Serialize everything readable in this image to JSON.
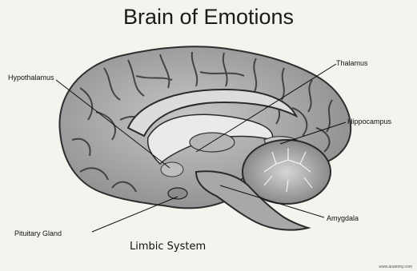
{
  "title": "Brain of Emotions",
  "caption": "Limbic System",
  "labels": {
    "hypothalamus": "Hypothalamus",
    "thalamus": "Thalamus",
    "hippocampus": "Hippocampus",
    "amygdala": "Amygdala",
    "pituitary": "Pituitary Gland"
  },
  "credit": "www.anatomy.com",
  "colors": {
    "background": "#f4f3ee",
    "brain_fill": "#9a9a9a",
    "sulci": "#3a3a3a",
    "leader": "#111111"
  }
}
